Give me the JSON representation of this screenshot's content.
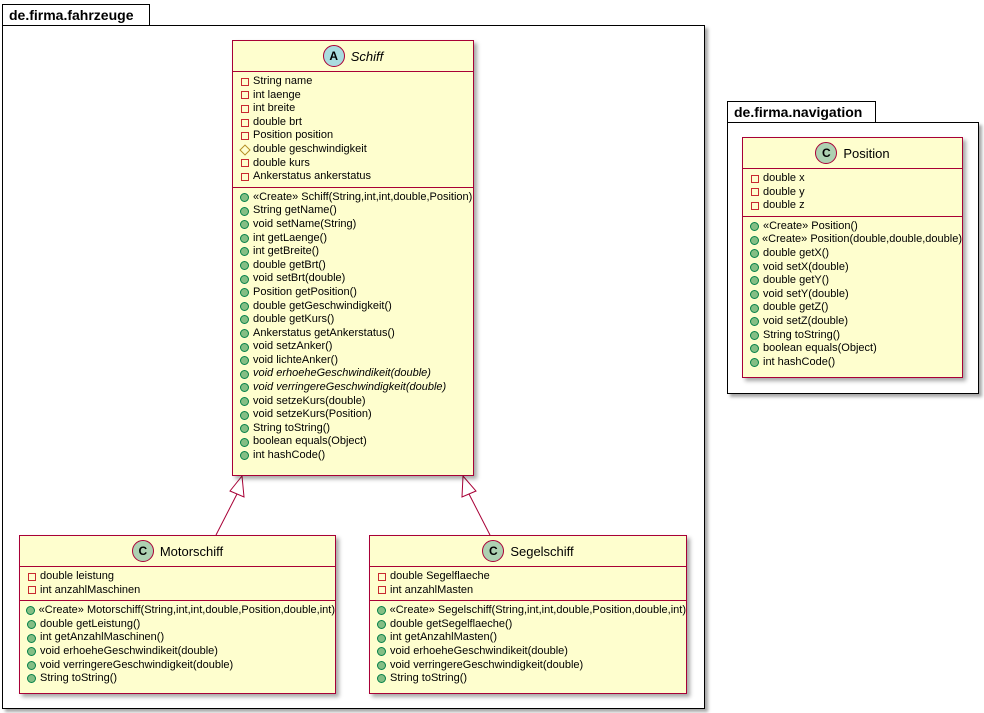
{
  "packages": [
    {
      "name": "de.firma.fahrzeuge"
    },
    {
      "name": "de.firma.navigation"
    }
  ],
  "classes": {
    "schiff": {
      "name": "Schiff",
      "stereotype_icon": "A",
      "abstract": true,
      "fields": [
        {
          "vis": "private",
          "text": "String name"
        },
        {
          "vis": "private",
          "text": "int laenge"
        },
        {
          "vis": "private",
          "text": "int breite"
        },
        {
          "vis": "private",
          "text": "double brt"
        },
        {
          "vis": "private",
          "text": "Position position"
        },
        {
          "vis": "protected",
          "text": "double geschwindigkeit"
        },
        {
          "vis": "private",
          "text": "double kurs"
        },
        {
          "vis": "private",
          "text": "Ankerstatus ankerstatus"
        }
      ],
      "methods": [
        {
          "text": "«Create» Schiff(String,int,int,double,Position)"
        },
        {
          "text": "String getName()"
        },
        {
          "text": "void setName(String)"
        },
        {
          "text": "int getLaenge()"
        },
        {
          "text": "int getBreite()"
        },
        {
          "text": "double getBrt()"
        },
        {
          "text": "void setBrt(double)"
        },
        {
          "text": "Position getPosition()"
        },
        {
          "text": "double getGeschwindigkeit()"
        },
        {
          "text": "double getKurs()"
        },
        {
          "text": "Ankerstatus getAnkerstatus()"
        },
        {
          "text": "void setzAnker()"
        },
        {
          "text": "void lichteAnker()"
        },
        {
          "text": "void erhoeheGeschwindikeit(double)",
          "italic": true
        },
        {
          "text": "void verringereGeschwindigkeit(double)",
          "italic": true
        },
        {
          "text": "void setzeKurs(double)"
        },
        {
          "text": "void setzeKurs(Position)"
        },
        {
          "text": "String toString()"
        },
        {
          "text": "boolean equals(Object)"
        },
        {
          "text": "int hashCode()"
        }
      ]
    },
    "motorschiff": {
      "name": "Motorschiff",
      "stereotype_icon": "C",
      "fields": [
        {
          "vis": "private",
          "text": "double leistung"
        },
        {
          "vis": "private",
          "text": "int anzahlMaschinen"
        }
      ],
      "methods": [
        {
          "text": "«Create» Motorschiff(String,int,int,double,Position,double,int)"
        },
        {
          "text": "double getLeistung()"
        },
        {
          "text": "int getAnzahlMaschinen()"
        },
        {
          "text": "void erhoeheGeschwindikeit(double)"
        },
        {
          "text": "void verringereGeschwindigkeit(double)"
        },
        {
          "text": "String toString()"
        }
      ]
    },
    "segelschiff": {
      "name": "Segelschiff",
      "stereotype_icon": "C",
      "fields": [
        {
          "vis": "private",
          "text": "double Segelflaeche"
        },
        {
          "vis": "private",
          "text": "int anzahlMasten"
        }
      ],
      "methods": [
        {
          "text": "«Create» Segelschiff(String,int,int,double,Position,double,int)"
        },
        {
          "text": "double getSegelflaeche()"
        },
        {
          "text": "int getAnzahlMasten()"
        },
        {
          "text": "void erhoeheGeschwindikeit(double)"
        },
        {
          "text": "void verringereGeschwindigkeit(double)"
        },
        {
          "text": "String toString()"
        }
      ]
    },
    "position": {
      "name": "Position",
      "stereotype_icon": "C",
      "fields": [
        {
          "vis": "private",
          "text": "double x"
        },
        {
          "vis": "private",
          "text": "double y"
        },
        {
          "vis": "private",
          "text": "double z"
        }
      ],
      "methods": [
        {
          "text": "«Create» Position()"
        },
        {
          "text": "«Create» Position(double,double,double)"
        },
        {
          "text": "double getX()"
        },
        {
          "text": "void setX(double)"
        },
        {
          "text": "double getY()"
        },
        {
          "text": "void setY(double)"
        },
        {
          "text": "double getZ()"
        },
        {
          "text": "void setZ(double)"
        },
        {
          "text": "String toString()"
        },
        {
          "text": "boolean equals(Object)"
        },
        {
          "text": "int hashCode()"
        }
      ]
    }
  },
  "colors": {
    "class_fill": "#fefece",
    "class_border": "#a80036",
    "class_icon_fill": "#add1b2",
    "abstract_icon_fill": "#a9dcdf",
    "private_marker": "#c82930",
    "protected_marker": "#b38d22",
    "public_marker": "#84be84"
  }
}
